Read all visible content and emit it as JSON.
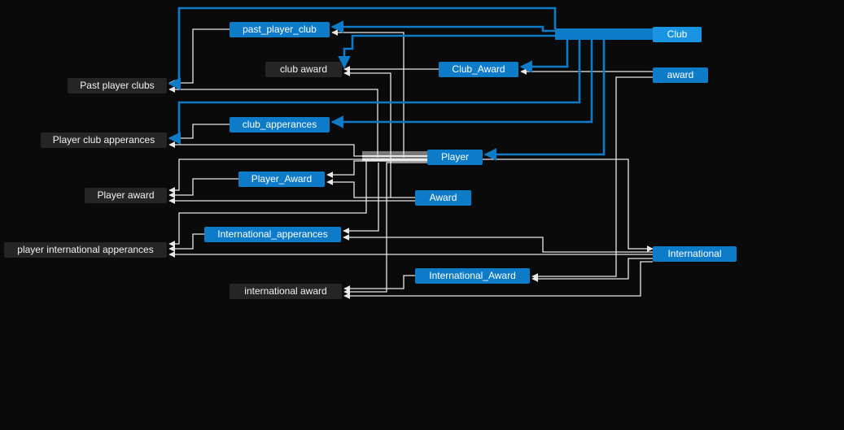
{
  "colors": {
    "background": "#0a0a0b",
    "dark_node": "#252526",
    "blue_node": "#0e7bc9",
    "selected_node": "#1894e0",
    "edge": "#e8e8e8",
    "highlight_edge": "#0e7bc9"
  },
  "nodes": [
    {
      "id": "past_player_club",
      "label": "past_player_club",
      "style": "blue"
    },
    {
      "id": "club",
      "label": "Club",
      "style": "lightblue"
    },
    {
      "id": "club_award",
      "label": "club award",
      "style": "dark"
    },
    {
      "id": "club_award_t",
      "label": "Club_Award",
      "style": "blue"
    },
    {
      "id": "award_src",
      "label": "award",
      "style": "blue"
    },
    {
      "id": "past_player_clubs",
      "label": "Past player clubs",
      "style": "dark"
    },
    {
      "id": "club_apperances",
      "label": "club_apperances",
      "style": "blue"
    },
    {
      "id": "player_club_apperances",
      "label": "Player club apperances",
      "style": "dark"
    },
    {
      "id": "player",
      "label": "Player",
      "style": "blue"
    },
    {
      "id": "player_award_t",
      "label": "Player_Award",
      "style": "blue"
    },
    {
      "id": "player_award",
      "label": "Player award",
      "style": "dark"
    },
    {
      "id": "award",
      "label": "Award",
      "style": "blue"
    },
    {
      "id": "international_apperances",
      "label": "International_apperances",
      "style": "blue"
    },
    {
      "id": "player_international_apperances",
      "label": "player international apperances",
      "style": "dark"
    },
    {
      "id": "international",
      "label": "International",
      "style": "blue"
    },
    {
      "id": "international_award_t",
      "label": "International_Award",
      "style": "blue"
    },
    {
      "id": "international_award",
      "label": "international award",
      "style": "dark"
    }
  ]
}
